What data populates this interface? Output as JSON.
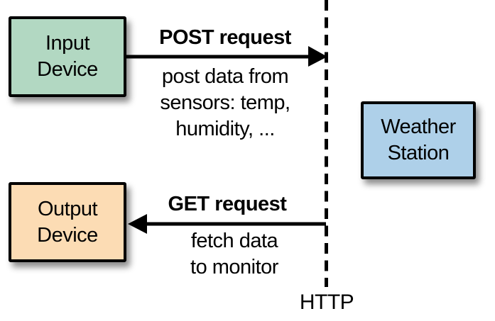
{
  "boxes": {
    "input_device": {
      "label": "Input\nDevice",
      "fill": "#b2d8c2"
    },
    "output_device": {
      "label": "Output\nDevice",
      "fill": "#fcdcb4"
    },
    "weather_station": {
      "label": "Weather\nStation",
      "fill": "#aed0e9"
    }
  },
  "arrows": {
    "post": {
      "title": "POST request",
      "description": "post data from\nsensors: temp,\nhumidity, ..."
    },
    "get": {
      "title": "GET request",
      "description": "fetch data\nto monitor"
    }
  },
  "boundary": {
    "label": "HTTP"
  },
  "colors": {
    "line": "#000000"
  }
}
